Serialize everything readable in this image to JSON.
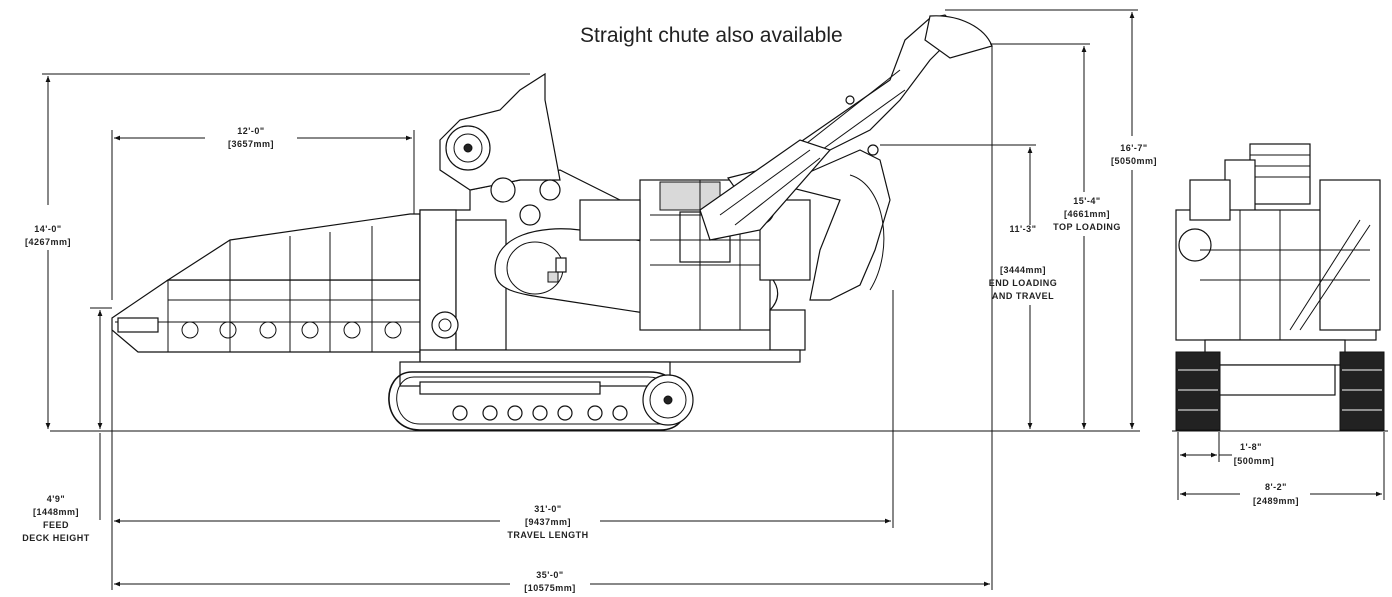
{
  "caption": "Straight chute also available",
  "dimensions": {
    "overall_height": {
      "imperial": "14'-0\"",
      "metric": "[4267mm]"
    },
    "hopper_length": {
      "imperial": "12'-0\"",
      "metric": "[3657mm]"
    },
    "feed_deck_height": {
      "imperial": "4'9\"",
      "metric": "[1448mm]",
      "label_1": "FEED",
      "label_2": "DECK HEIGHT"
    },
    "travel_length": {
      "imperial": "31'-0\"",
      "metric": "[9437mm]",
      "label": "TRAVEL LENGTH"
    },
    "overall_length": {
      "imperial": "35'-0\"",
      "metric": "[10575mm]"
    },
    "end_loading_height": {
      "imperial": "11'-3\"",
      "metric": "[3444mm]",
      "label_1": "END LOADING",
      "label_2": "AND TRAVEL"
    },
    "top_loading_height": {
      "imperial": "15'-4\"",
      "metric": "[4661mm]",
      "label": "TOP LOADING"
    },
    "max_height": {
      "imperial": "16'-7\"",
      "metric": "[5050mm]"
    },
    "track_width": {
      "imperial": "1'-8\"",
      "metric": "[500mm]"
    },
    "overall_width": {
      "imperial": "8'-2\"",
      "metric": "[2489mm]"
    }
  },
  "colors": {
    "line": "#111111",
    "background": "#ffffff",
    "shade": "#d9d9d9"
  }
}
